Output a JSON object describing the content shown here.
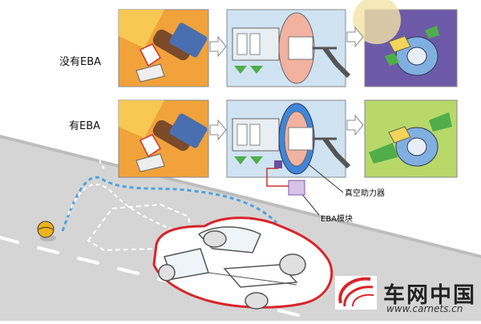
{
  "rows": [
    {
      "label": "没有EBA"
    },
    {
      "label": "有EBA"
    }
  ],
  "callouts": {
    "booster": "真空助力器",
    "module": "EBA模块"
  },
  "watermark": {
    "brand": "车网中国",
    "url": "www.carnets.cn"
  },
  "colors": {
    "panel_orange": "#f2a23a",
    "panel_blue": "#cfe3f2",
    "panel_purple": "#6c5aa8",
    "panel_green": "#b8d86a",
    "booster_pink": "#f1b2a0",
    "booster_blue": "#3f86d8",
    "arrow_green": "#4fae4a",
    "car_outline": "#d9242a",
    "path_dashed": "#4da3e0",
    "road": "#d5d5d5"
  },
  "icons": [
    "arrow-right-icon",
    "brake-pedal-icon",
    "brake-disc-icon",
    "ball-icon",
    "car-icon",
    "logo-icon"
  ]
}
